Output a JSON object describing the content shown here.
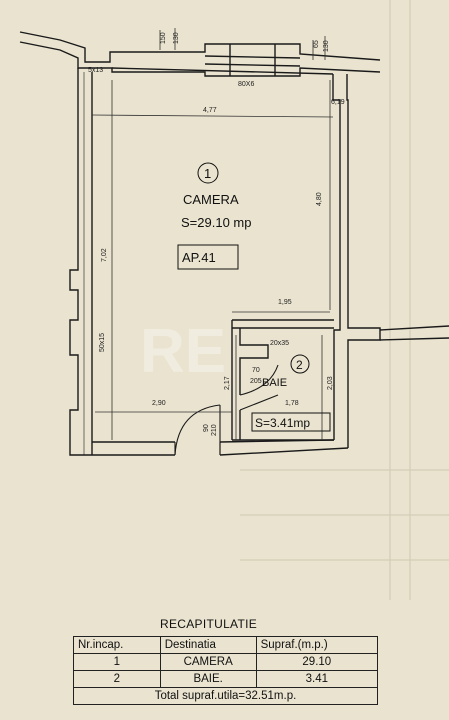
{
  "dimensions": {
    "d_150": "150",
    "d_130a": "130",
    "d_65": "65",
    "d_130b": "130",
    "d_5x13": "5x13",
    "d_80x6": "80X6",
    "d_6_19": "6,19",
    "d_477": "4,77",
    "d_480": "4,80",
    "d_702": "7,02",
    "d_50x15": "50x15",
    "d_195": "1,95",
    "d_20x35": "20x35",
    "d_70": "70",
    "d_205": "205",
    "d_217": "2,17",
    "d_203": "2,03",
    "d_178": "1,78",
    "d_290": "2,90",
    "d_90": "90",
    "d_210": "210"
  },
  "rooms": [
    {
      "number": "1",
      "name": "CAMERA",
      "area": "S=29.10 mp"
    },
    {
      "number": "2",
      "name": "BAIE",
      "area": "S=3.41mp"
    }
  ],
  "apartment": "AP.41",
  "watermark": "RE",
  "recap": {
    "title": "RECAPITULATIE",
    "headers": [
      "Nr.incap.",
      "Destinatia",
      "Supraf.(m.p.)"
    ],
    "rows": [
      [
        "1",
        "CAMERA",
        "29.10"
      ],
      [
        "2",
        "BAIE.",
        "3.41"
      ]
    ],
    "total": "Total  supraf.utila=32.51m.p."
  }
}
